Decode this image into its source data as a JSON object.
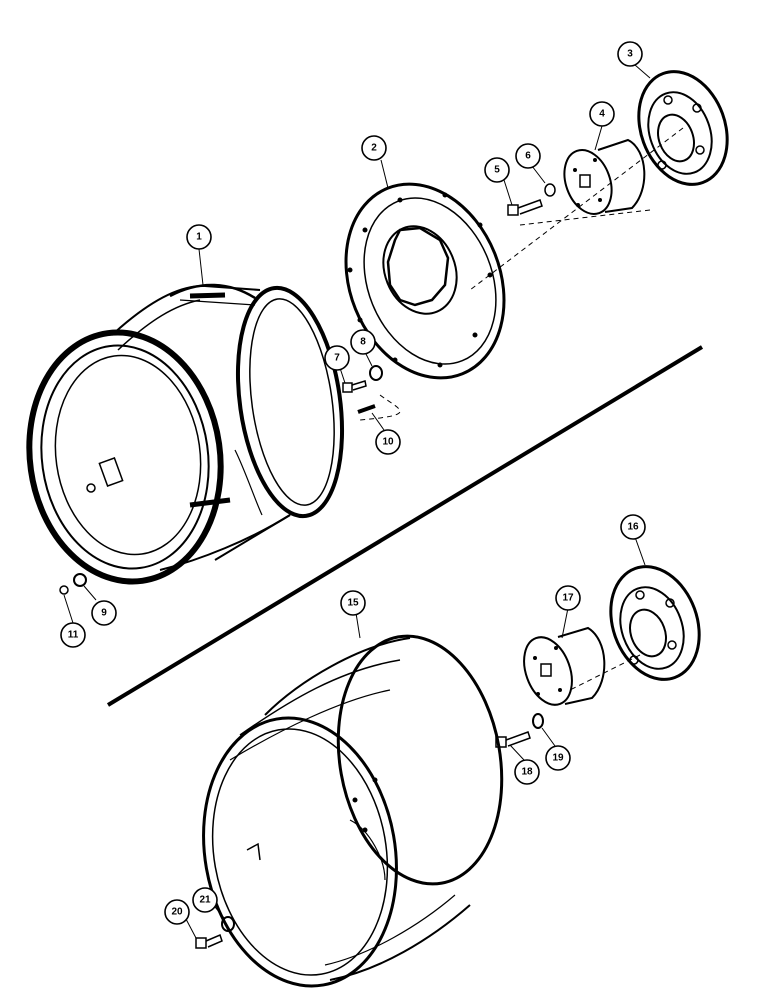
{
  "diagram": {
    "ink_color": "#000000",
    "background_color": "#ffffff",
    "callouts": [
      {
        "id": "c1",
        "label": "1"
      },
      {
        "id": "c2",
        "label": "2"
      },
      {
        "id": "c3",
        "label": "3"
      },
      {
        "id": "c4",
        "label": "4"
      },
      {
        "id": "c5",
        "label": "5"
      },
      {
        "id": "c6",
        "label": "6"
      },
      {
        "id": "c7",
        "label": "7"
      },
      {
        "id": "c8",
        "label": "8"
      },
      {
        "id": "c9",
        "label": "9"
      },
      {
        "id": "c10",
        "label": "10"
      },
      {
        "id": "c11",
        "label": "11"
      },
      {
        "id": "c15",
        "label": "15"
      },
      {
        "id": "c16",
        "label": "16"
      },
      {
        "id": "c17",
        "label": "17"
      },
      {
        "id": "c18",
        "label": "18"
      },
      {
        "id": "c19",
        "label": "19"
      },
      {
        "id": "c20",
        "label": "20"
      },
      {
        "id": "c21",
        "label": "21"
      }
    ]
  }
}
